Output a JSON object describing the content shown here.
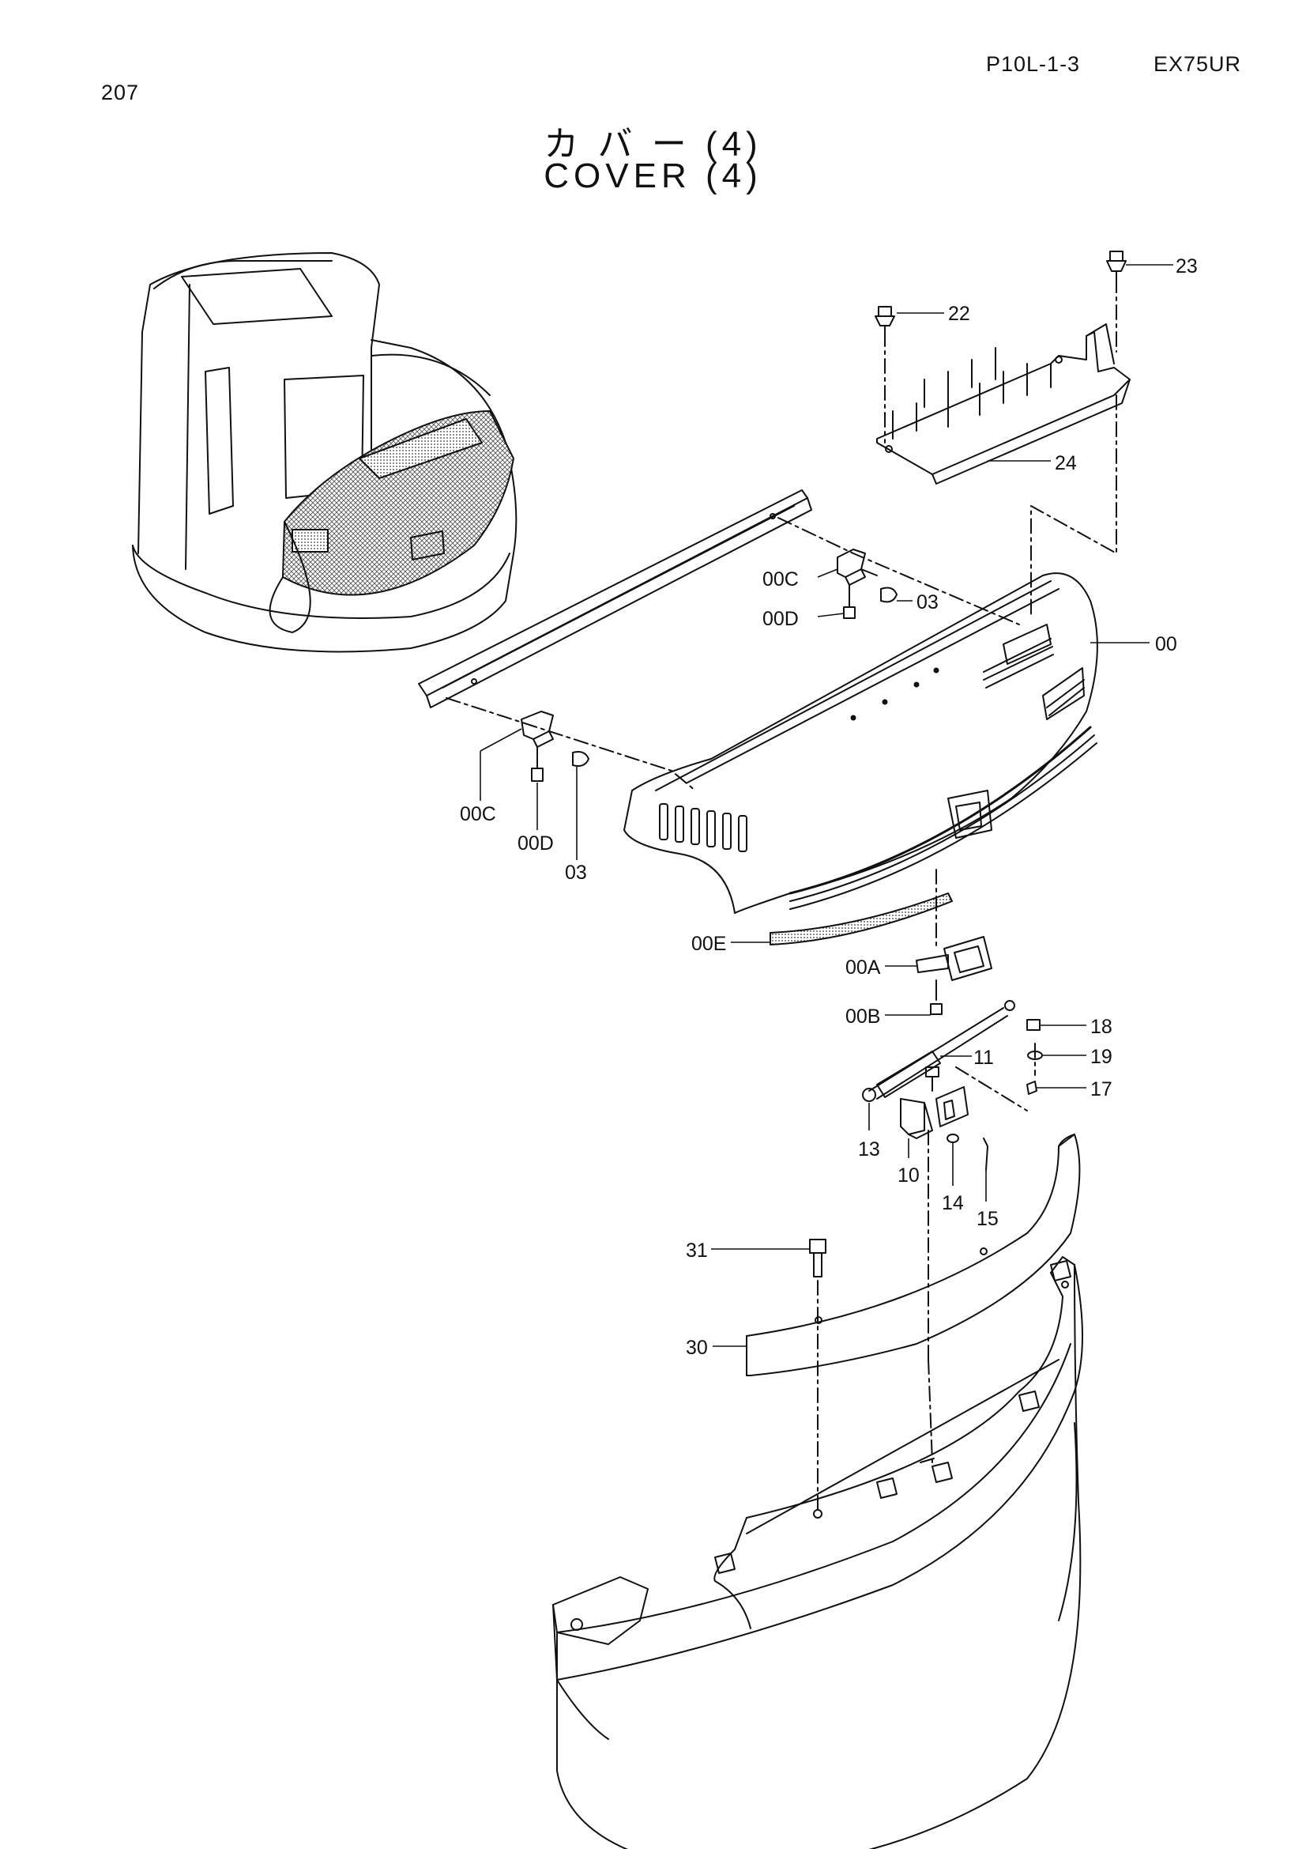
{
  "header": {
    "page_number": "207",
    "catalog_code": "P10L-1-3",
    "model": "EX75UR"
  },
  "title": {
    "japanese": "カ バ ー (4)",
    "english": "COVER (4)"
  },
  "callouts": {
    "p23": "23",
    "p22": "22",
    "p24": "24",
    "p00": "00",
    "p00C_top": "00C",
    "p03_top": "03",
    "p00D_top": "00D",
    "p00C_left": "00C",
    "p00D_left": "00D",
    "p03_left": "03",
    "p00E": "00E",
    "p00A": "00A",
    "p00B": "00B",
    "p18": "18",
    "p19": "19",
    "p11": "11",
    "p17": "17",
    "p13": "13",
    "p10": "10",
    "p14": "14",
    "p15": "15",
    "p31": "31",
    "p30": "30"
  }
}
